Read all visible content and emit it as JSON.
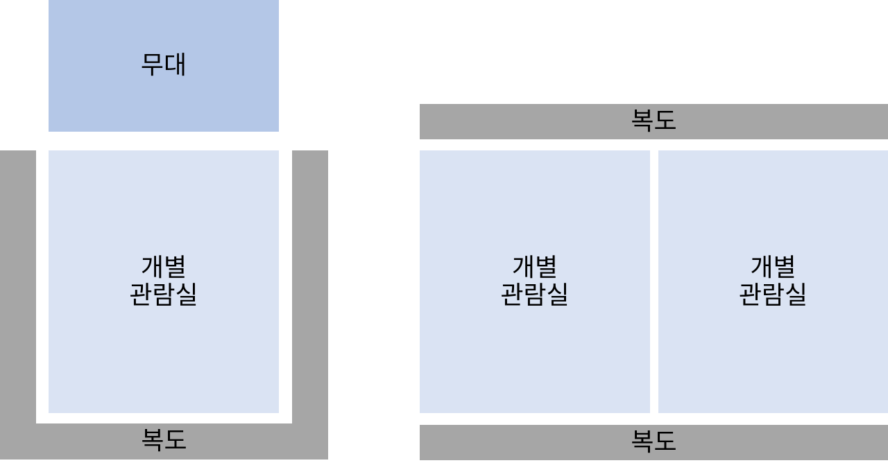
{
  "left_layout": {
    "stage_label": "무대",
    "room_label": "개별\n관람실",
    "corridor_label": "복도"
  },
  "right_layout": {
    "top_corridor_label": "복도",
    "rooms": [
      {
        "label": "개별\n관람실"
      },
      {
        "label": "개별\n관람실"
      }
    ],
    "bottom_corridor_label": "복도"
  },
  "colors": {
    "corridor": "#a6a6a6",
    "stage": "#b4c7e7",
    "room": "#dae3f3"
  }
}
